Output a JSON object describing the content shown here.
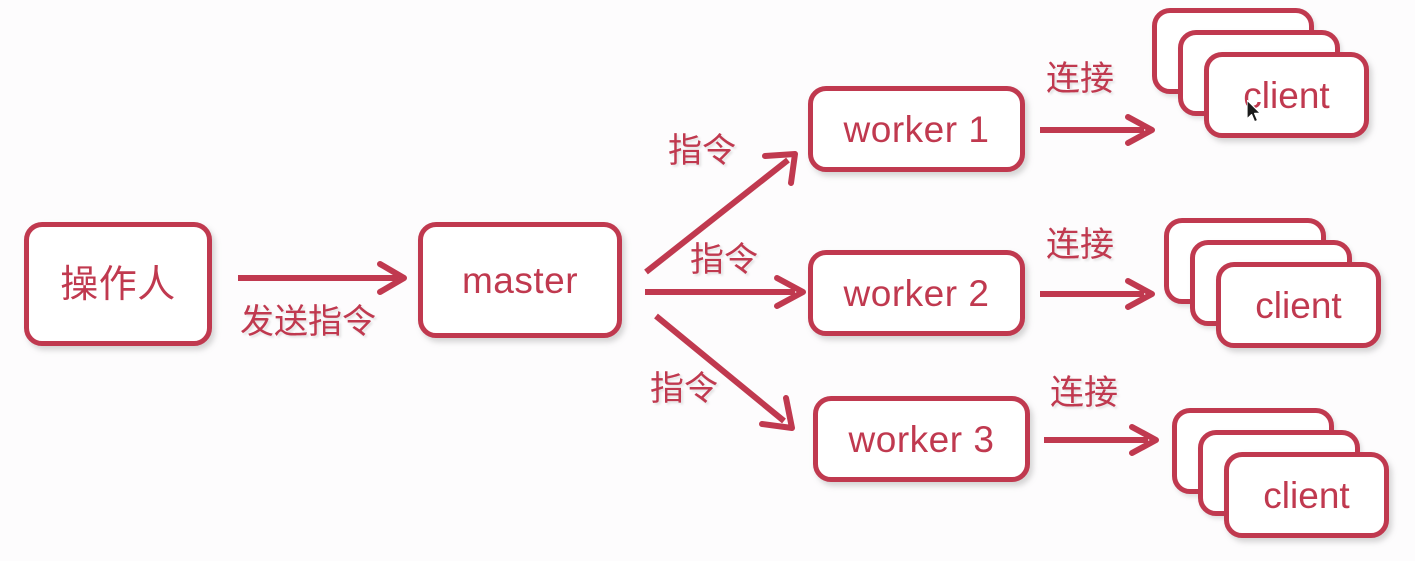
{
  "diagram": {
    "title": "master-worker-client architecture",
    "accent_color": "#c0394f",
    "background_color": "#fdfcfd",
    "nodes": {
      "operator": {
        "label": "操作人"
      },
      "master": {
        "label": "master"
      },
      "workers": [
        {
          "label": "worker 1"
        },
        {
          "label": "worker 2"
        },
        {
          "label": "worker 3"
        }
      ],
      "client_groups": [
        {
          "label": "client",
          "card_count": 3
        },
        {
          "label": "client",
          "card_count": 3
        },
        {
          "label": "client",
          "card_count": 3
        }
      ]
    },
    "edges": {
      "operator_to_master": {
        "label": "发送指令"
      },
      "master_to_worker1": {
        "label": "指令"
      },
      "master_to_worker2": {
        "label": "指令"
      },
      "master_to_worker3": {
        "label": "指令"
      },
      "worker1_to_clients": {
        "label": "连接"
      },
      "worker2_to_clients": {
        "label": "连接"
      },
      "worker3_to_clients": {
        "label": "连接"
      }
    },
    "cursor": {
      "icon": "mouse-pointer-arrow"
    }
  }
}
